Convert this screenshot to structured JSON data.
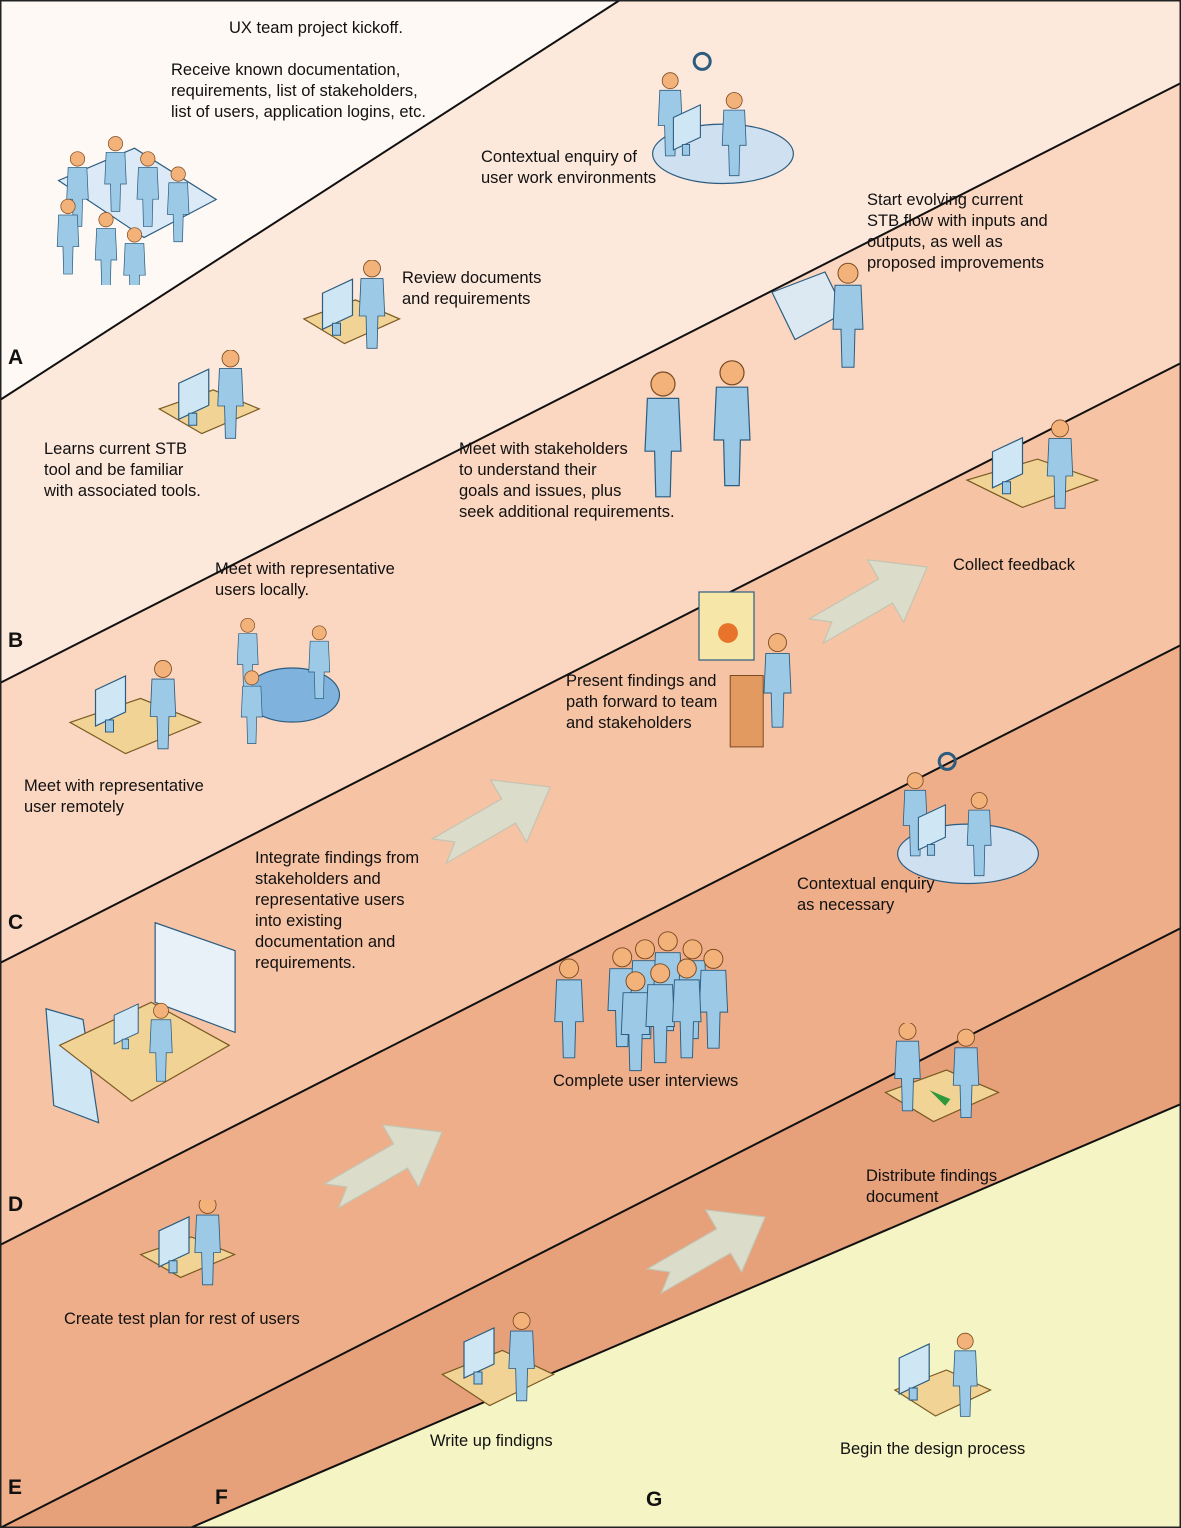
{
  "colors": {
    "lane_A": "#fff9f5",
    "lane_B": "#fde8dc",
    "lane_C": "#fbd6c0",
    "lane_D": "#f6c3a4",
    "lane_E": "#eeae89",
    "lane_F": "#e6a07a",
    "lane_G": "#f5f4c4",
    "person": "#9cc9e6",
    "head": "#f2b27a",
    "desk": "#f1d396",
    "arrow": "#dcdccb"
  },
  "lanes": [
    "A",
    "B",
    "C",
    "D",
    "E",
    "F",
    "G"
  ],
  "steps": [
    {
      "id": "kickoff",
      "icon": "meeting-table-icon",
      "lines": [
        "UX team project kickoff.",
        "",
        "Receive known documentation,",
        "requirements, list of  stakeholders,",
        "list of users, application logins, etc."
      ]
    },
    {
      "id": "contextual-enquiry",
      "icon": "investigator-desk-icon",
      "lines": [
        "Contextual enquiry of",
        "user work environments"
      ]
    },
    {
      "id": "review-docs",
      "icon": "desk-documents-icon",
      "lines": [
        "Review documents",
        "and requirements"
      ]
    },
    {
      "id": "evolve-flow",
      "icon": "blueprint-person-icon",
      "lines": [
        "Start evolving current",
        "STB flow with inputs and",
        "outputs, as well as",
        "proposed improvements"
      ]
    },
    {
      "id": "learn-tool",
      "icon": "scientist-desk-icon",
      "lines": [
        "Learns current STB",
        "tool and be familiar",
        "with associated tools."
      ]
    },
    {
      "id": "meet-stakeholders",
      "icon": "handshake-icon",
      "lines": [
        "Meet with stakeholders",
        "to understand their",
        "goals and issues, plus",
        "seek additional requirements."
      ]
    },
    {
      "id": "collect-feedback",
      "icon": "headset-workstation-icon",
      "lines": [
        "Collect feedback"
      ]
    },
    {
      "id": "meet-local",
      "icon": "round-table-meeting-icon",
      "lines": [
        "Meet with representative",
        "users locally."
      ]
    },
    {
      "id": "present-findings",
      "icon": "presenter-podium-icon",
      "lines": [
        "Present findings and",
        "path forward to team",
        "and stakeholders"
      ]
    },
    {
      "id": "meet-remote",
      "icon": "headset-workstation-icon",
      "lines": [
        "Meet with representative",
        "user remotely"
      ]
    },
    {
      "id": "contextual-necessary",
      "icon": "investigator-desk-icon",
      "lines": [
        "Contextual enquiry",
        "as necessary"
      ]
    },
    {
      "id": "integrate-findings",
      "icon": "workstation-board-icon",
      "lines": [
        "Integrate findings from",
        "stakeholders and",
        "representative users",
        "into existing",
        "documentation and",
        "requirements."
      ]
    },
    {
      "id": "user-interviews",
      "icon": "user-group-icon",
      "lines": [
        "Complete user interviews"
      ]
    },
    {
      "id": "distribute",
      "icon": "document-handoff-icon",
      "lines": [
        "Distribute findings",
        "document"
      ]
    },
    {
      "id": "test-plan",
      "icon": "workstation-icon",
      "lines": [
        "Create test plan for rest of users"
      ]
    },
    {
      "id": "write-up",
      "icon": "workstation-icon",
      "lines": [
        "Write up findigns"
      ]
    },
    {
      "id": "design",
      "icon": "designer-desk-icon",
      "lines": [
        "Begin the design process"
      ]
    }
  ]
}
